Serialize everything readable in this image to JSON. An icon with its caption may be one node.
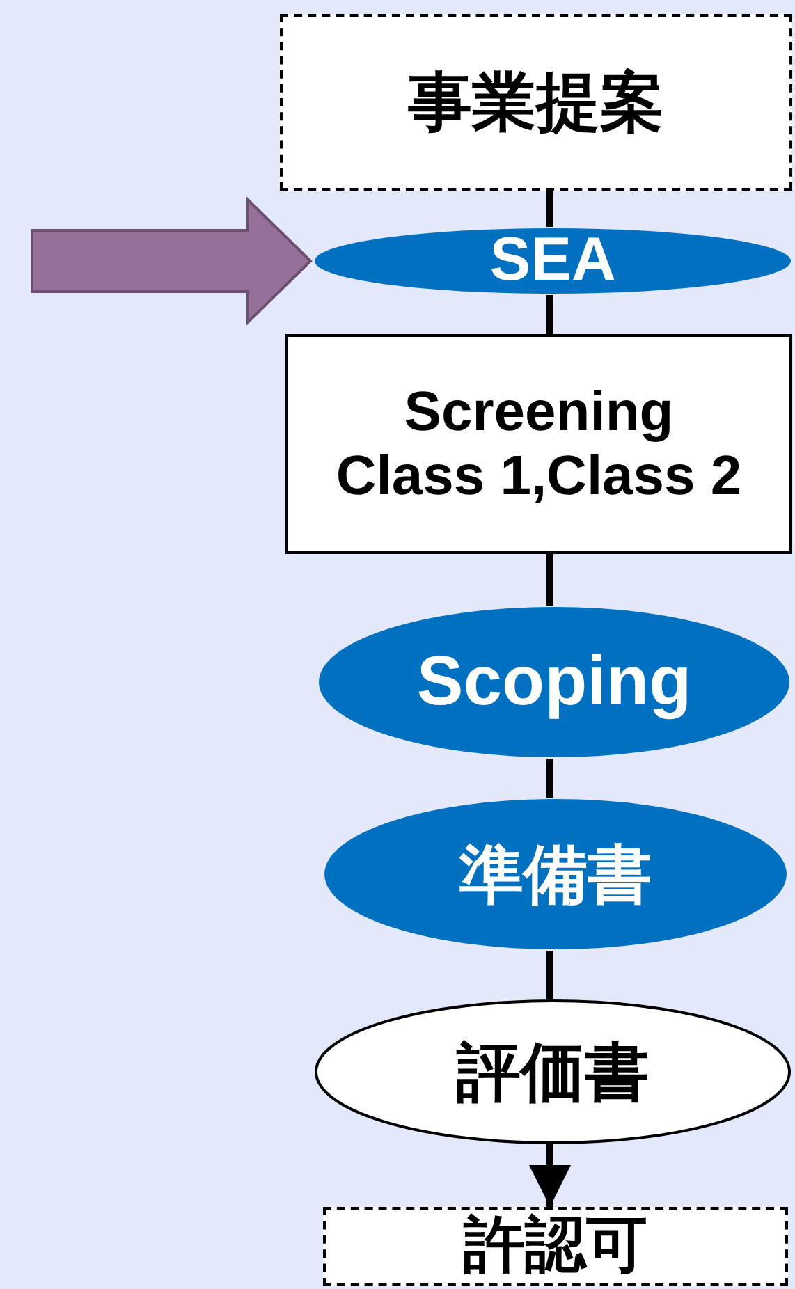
{
  "diagram": {
    "nodes": [
      {
        "text": [
          "事業提案"
        ]
      },
      {
        "text": [
          "SEA"
        ]
      },
      {
        "text": [
          "Screening Class 1,Class 2"
        ]
      },
      {
        "text": [
          "Scoping"
        ]
      },
      {
        "text": [
          "準備書"
        ]
      },
      {
        "text": [
          "評価書"
        ]
      },
      {
        "text": [
          "許認可"
        ]
      }
    ],
    "edges": [
      {
        "from": null,
        "to": 1,
        "arrow": "to",
        "style": "thick",
        "color": "#957099"
      },
      {
        "from": 0,
        "to": 1,
        "arrow": "none"
      },
      {
        "from": 1,
        "to": 2,
        "arrow": "none"
      },
      {
        "from": 2,
        "to": 3,
        "arrow": "none"
      },
      {
        "from": 3,
        "to": 4,
        "arrow": "none"
      },
      {
        "from": 4,
        "to": 5,
        "arrow": "none"
      },
      {
        "from": 5,
        "to": 6,
        "arrow": "to"
      }
    ]
  }
}
